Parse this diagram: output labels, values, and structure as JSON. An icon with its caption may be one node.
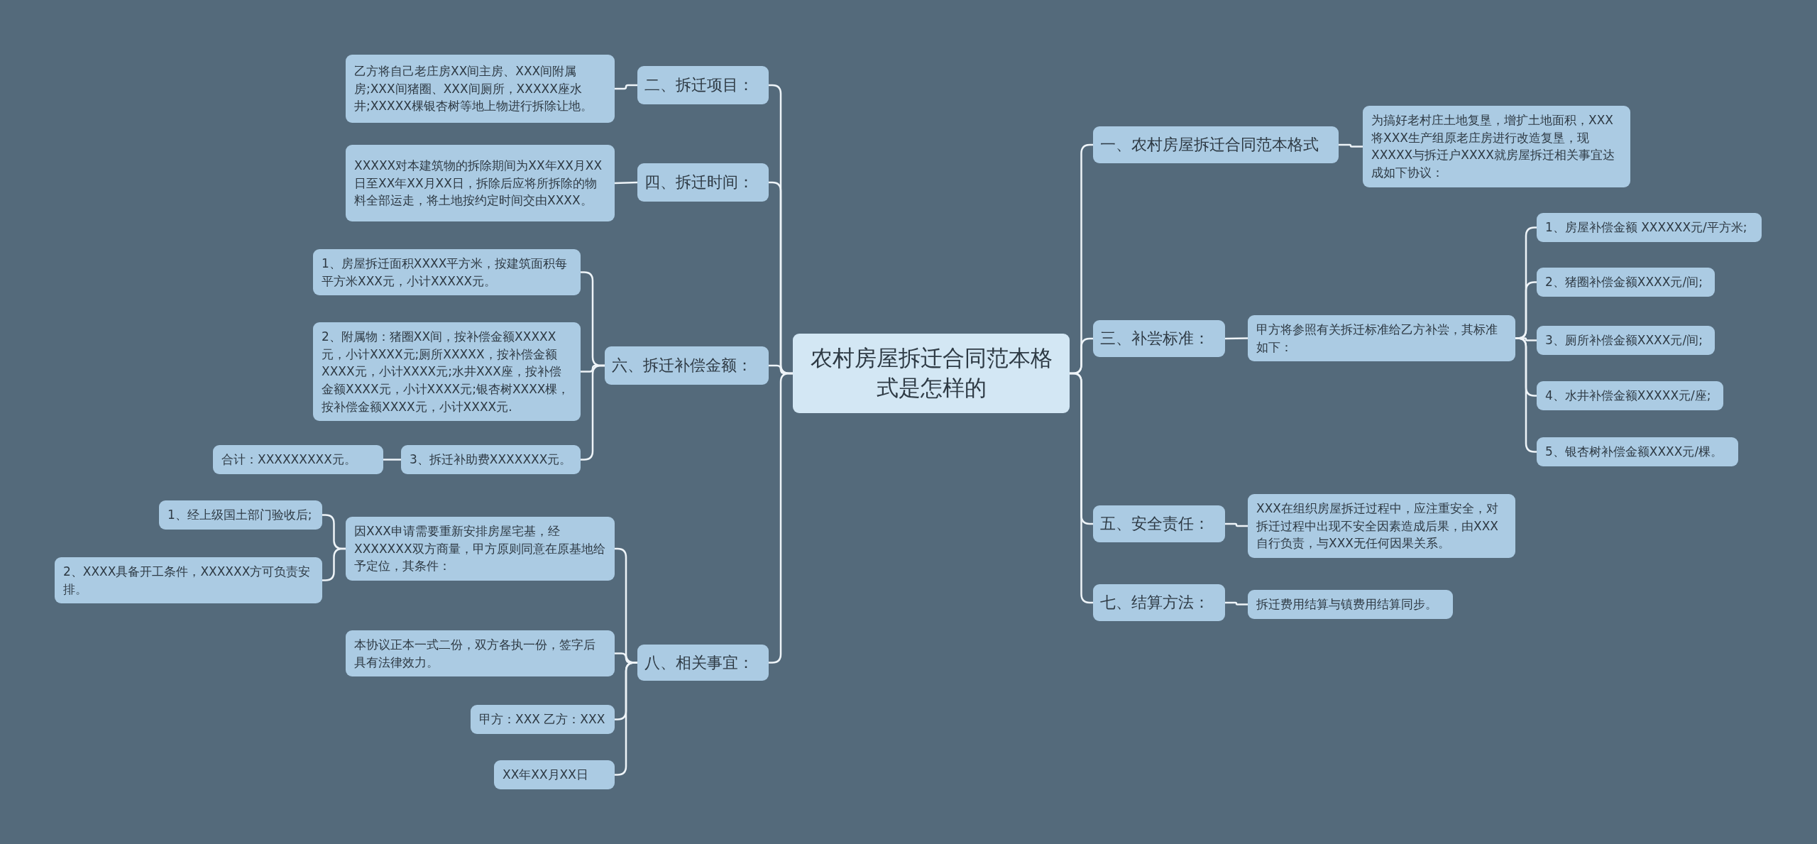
{
  "diagram": {
    "nodes": [
      {
        "text": [
          "农村房屋拆迁合同范本格式是怎样的"
        ]
      },
      {
        "text": [
          "二、拆迁项目："
        ]
      },
      {
        "text": [
          "乙方将自己老庄房XX间主房、XXX间附属房;XXX间猪圈、XXX间厕所，XXXXX座水井;XXXXX棵银杏树等地上物进行拆除让地。"
        ]
      },
      {
        "text": [
          "四、拆迁时间："
        ]
      },
      {
        "text": [
          "XXXXX对本建筑物的拆除期间为XX年XX月XX日至XX年XX月XX日，拆除后应将所拆除的物料全部运走，将土地按约定时间交由XXXX。"
        ]
      },
      {
        "text": [
          "六、拆迁补偿金额："
        ]
      },
      {
        "text": [
          "1、房屋拆迁面积XXXX平方米，按建筑面积每平方米XXX元，小计XXXXX元。"
        ]
      },
      {
        "text": [
          "2、附属物：猪圈XX间，按补偿金额XXXXX元，小计XXXX元;厕所XXXXX，按补偿金额XXXX元，小计XXXX元;水井XXX座，按补偿金额XXXX元，小计XXXX元;银杏树XXXX棵，按补偿金额XXXX元，小计XXXX元."
        ]
      },
      {
        "text": [
          "3、拆迁补助费XXXXXXX元。"
        ]
      },
      {
        "text": [
          "合计：XXXXXXXXX元。"
        ]
      },
      {
        "text": [
          "八、相关事宜："
        ]
      },
      {
        "text": [
          "因XXX申请需要重新安排房屋宅基，经XXXXXXX双方商量，甲方原则同意在原基地给予定位，其条件："
        ]
      },
      {
        "text": [
          "1、经上级国土部门验收后;"
        ]
      },
      {
        "text": [
          "2、XXXX具备开工条件，XXXXXX方可负责安排。"
        ]
      },
      {
        "text": [
          "本协议正本一式二份，双方各执一份，签字后具有法律效力。"
        ]
      },
      {
        "text": [
          "甲方：XXX 乙方：XXX"
        ]
      },
      {
        "text": [
          "XX年XX月XX日"
        ]
      },
      {
        "text": [
          "一、农村房屋拆迁合同范本格式"
        ]
      },
      {
        "text": [
          "为搞好老村庄土地复垦，增扩土地面积，XXX将XXX生产组原老庄房进行改造复垦，现XXXXX与拆迁户XXXX就房屋拆迁相关事宜达成如下协议："
        ]
      },
      {
        "text": [
          "三、补尝标准："
        ]
      },
      {
        "text": [
          "甲方将参照有关拆迁标准给乙方补尝，其标准如下："
        ]
      },
      {
        "text": [
          "1、房屋补偿金额 XXXXXX元/平方米;"
        ]
      },
      {
        "text": [
          "2、猪圈补偿金额XXXX元/间;"
        ]
      },
      {
        "text": [
          "3、厕所补偿金额XXXX元/间;"
        ]
      },
      {
        "text": [
          "4、水井补偿金额XXXXX元/座;"
        ]
      },
      {
        "text": [
          "5、银杏树补偿金额XXXX元/棵。"
        ]
      },
      {
        "text": [
          "五、安全责任："
        ]
      },
      {
        "text": [
          "XXX在组织房屋拆迁过程中，应注重安全，对拆迁过程中出现不安全因素造成后果，由XXX自行负责，与XXX无任何因果关系。"
        ]
      },
      {
        "text": [
          "七、结算方法："
        ]
      },
      {
        "text": [
          "拆迁费用结算与镇费用结算同步。"
        ]
      }
    ],
    "edges": [
      {
        "from": 0,
        "to": 1,
        "arrow": "none"
      },
      {
        "from": 1,
        "to": 2,
        "arrow": "none"
      },
      {
        "from": 0,
        "to": 3,
        "arrow": "none"
      },
      {
        "from": 3,
        "to": 4,
        "arrow": "none"
      },
      {
        "from": 0,
        "to": 5,
        "arrow": "none"
      },
      {
        "from": 5,
        "to": 6,
        "arrow": "none"
      },
      {
        "from": 5,
        "to": 7,
        "arrow": "none"
      },
      {
        "from": 5,
        "to": 8,
        "arrow": "none"
      },
      {
        "from": 8,
        "to": 9,
        "arrow": "none"
      },
      {
        "from": 0,
        "to": 10,
        "arrow": "none"
      },
      {
        "from": 10,
        "to": 11,
        "arrow": "none"
      },
      {
        "from": 11,
        "to": 12,
        "arrow": "none"
      },
      {
        "from": 11,
        "to": 13,
        "arrow": "none"
      },
      {
        "from": 10,
        "to": 14,
        "arrow": "none"
      },
      {
        "from": 10,
        "to": 15,
        "arrow": "none"
      },
      {
        "from": 10,
        "to": 16,
        "arrow": "none"
      },
      {
        "from": 0,
        "to": 17,
        "arrow": "none"
      },
      {
        "from": 17,
        "to": 18,
        "arrow": "none"
      },
      {
        "from": 0,
        "to": 19,
        "arrow": "none"
      },
      {
        "from": 19,
        "to": 20,
        "arrow": "none"
      },
      {
        "from": 20,
        "to": 21,
        "arrow": "none"
      },
      {
        "from": 20,
        "to": 22,
        "arrow": "none"
      },
      {
        "from": 20,
        "to": 23,
        "arrow": "none"
      },
      {
        "from": 20,
        "to": 24,
        "arrow": "none"
      },
      {
        "from": 20,
        "to": 25,
        "arrow": "none"
      },
      {
        "from": 0,
        "to": 26,
        "arrow": "none"
      },
      {
        "from": 26,
        "to": 27,
        "arrow": "none"
      },
      {
        "from": 0,
        "to": 28,
        "arrow": "none"
      },
      {
        "from": 28,
        "to": 29,
        "arrow": "none"
      }
    ]
  }
}
